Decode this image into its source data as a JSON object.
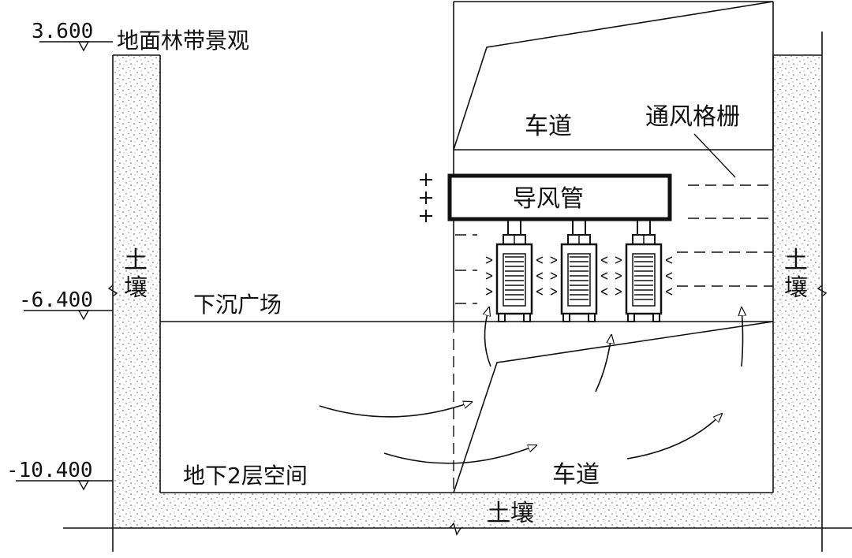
{
  "elevations": [
    {
      "value": "3.600"
    },
    {
      "value": "-6.400"
    },
    {
      "value": "-10.400"
    }
  ],
  "labels": {
    "ground_forest": "地面林带景观",
    "soil_left": [
      "土",
      "壤"
    ],
    "soil_right": [
      "土",
      "壤"
    ],
    "soil_bottom": "土壤",
    "sunken_plaza": "下沉广场",
    "roadway_upper": "车道",
    "ventilation_grille": "通风格栅",
    "air_duct": "导风管",
    "basement_2": "地下2层空间",
    "roadway_lower": "车道"
  },
  "colors": {
    "line": "#111111",
    "soil_dot": "#555555",
    "background": "#ffffff"
  }
}
